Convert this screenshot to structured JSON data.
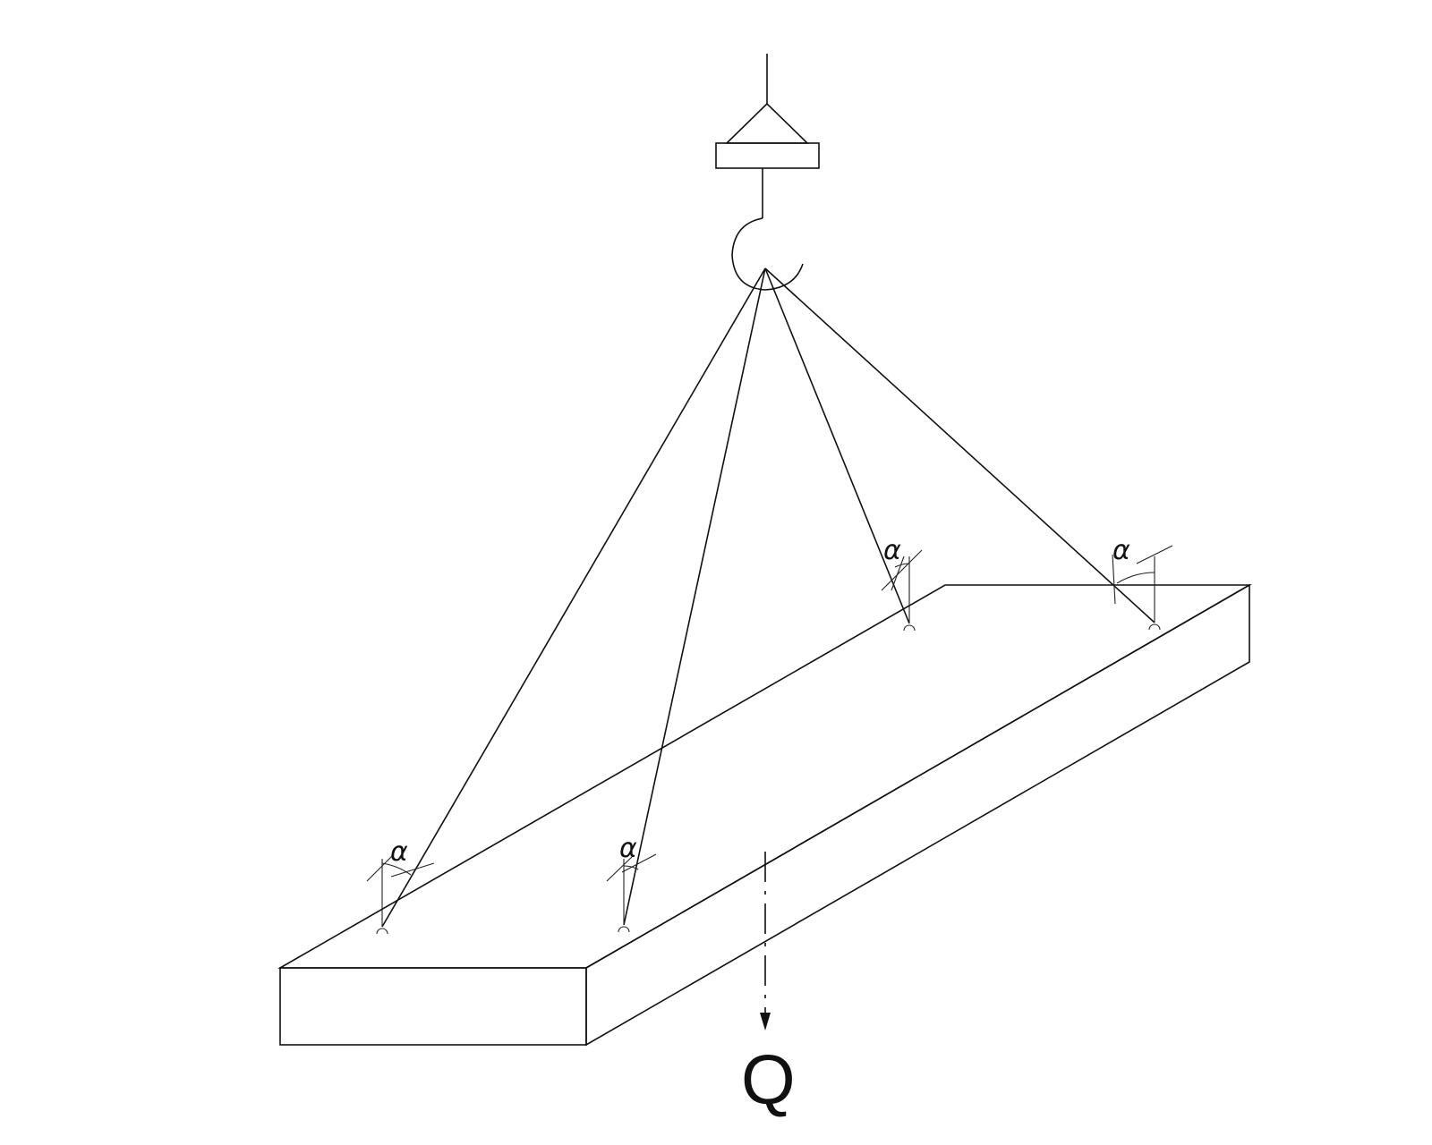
{
  "diagram": {
    "angle_symbol": "α",
    "load_symbol": "Q"
  },
  "elements": {
    "crane_cable": "crane-cable",
    "hook_block": "hook-block",
    "lifting_hook": "lifting-hook",
    "slings": [
      "sling-front-left",
      "sling-front-right",
      "sling-back-left",
      "sling-back-right"
    ],
    "slab": "concrete-slab",
    "load_vector": "load-arrow"
  },
  "colors": {
    "line": "#111111",
    "background": "#ffffff"
  }
}
